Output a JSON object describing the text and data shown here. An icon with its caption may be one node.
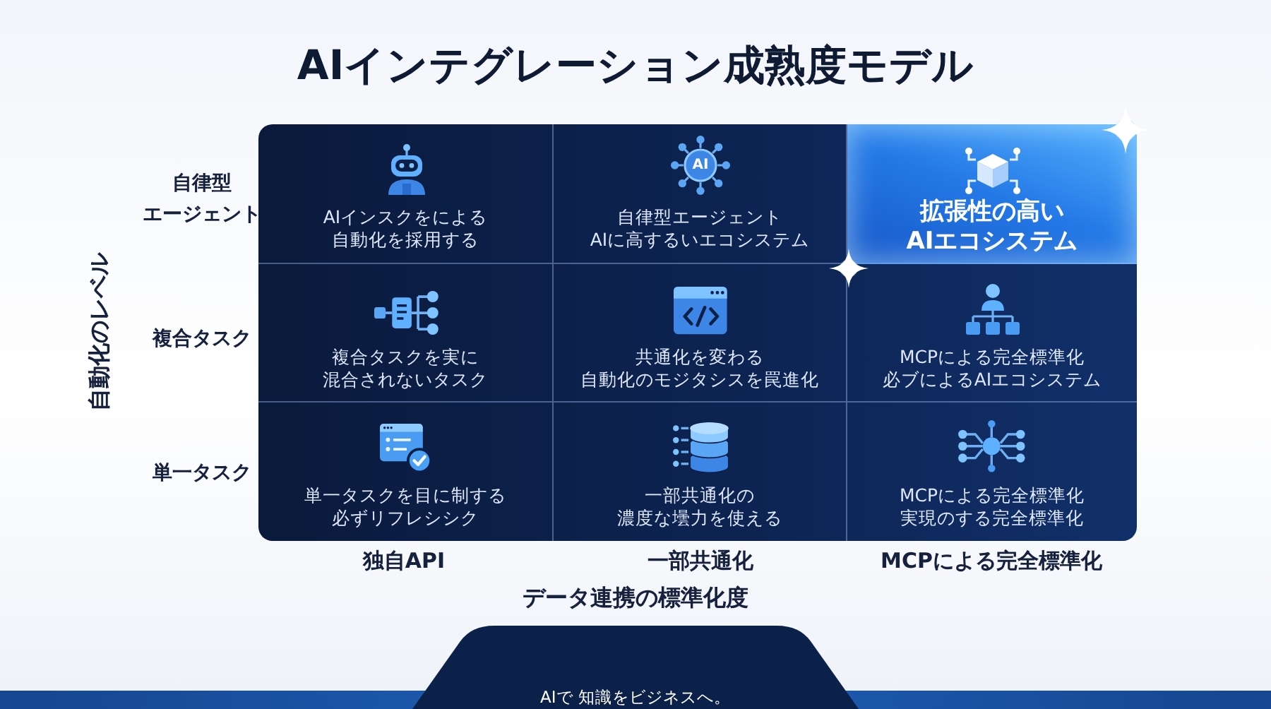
{
  "diagram": {
    "title": "AIインテグレーション成熟度モデル",
    "nodes": [
      {
        "text": [
          "AIインスクをによる自動化を採用する"
        ]
      },
      {
        "text": [
          "自律型エージェントAIに高するいエコシステム"
        ]
      },
      {
        "text": [
          "拡張性の高いAIエコシステム"
        ]
      },
      {
        "text": [
          "複合タスクを実に混合されないタスク"
        ]
      },
      {
        "text": [
          "共通化を変わる自動化のモジタシスを罠進化"
        ]
      },
      {
        "text": [
          "MCPによる完全標準化必ブによるAIエコシステム"
        ]
      },
      {
        "text": [
          "単一タスクを目に制する必ずリフレシシク"
        ]
      },
      {
        "text": [
          "一部共通化の濃度な壜力を使える"
        ]
      },
      {
        "text": [
          "MCPによる完全標準化実現のする完全標準化"
        ]
      }
    ],
    "labels": [
      "自動化のレベル",
      "自律型エージェント",
      "複合タスク",
      "単一タスク",
      "独自API",
      "一部共通化",
      "MCPによる完全標準化",
      "データ連携の標準化度",
      "AI",
      "AIで 知識をビジネスへ。"
    ]
  }
}
